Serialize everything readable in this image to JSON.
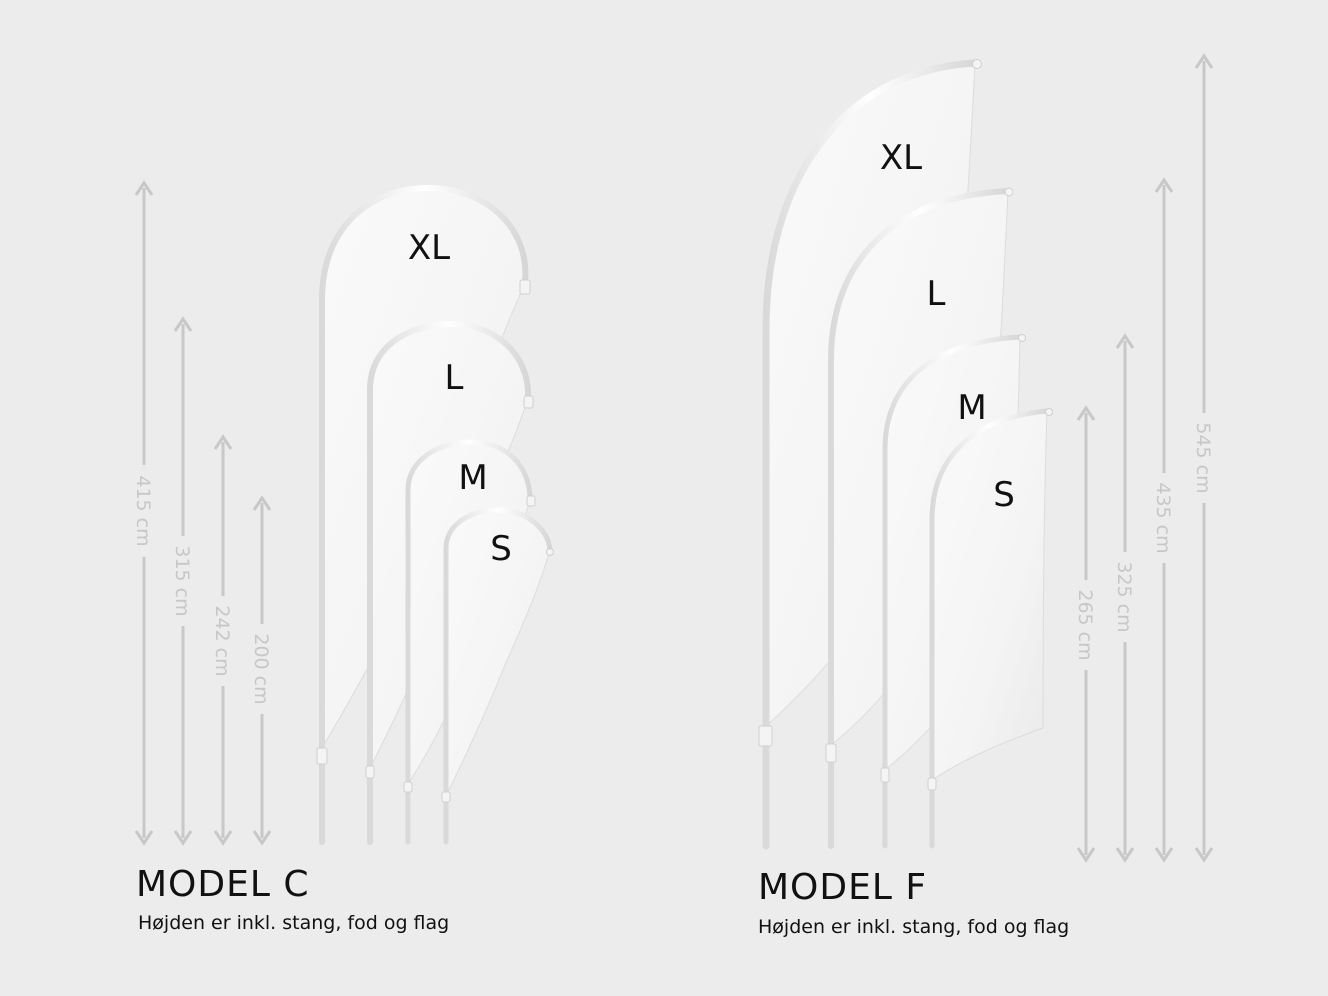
{
  "models": [
    {
      "title": "MODEL C",
      "subtitle": "Højden er inkl. stang, fod og flag",
      "flags": [
        {
          "size": "XL",
          "height": "415 cm"
        },
        {
          "size": "L",
          "height": "315 cm"
        },
        {
          "size": "M",
          "height": "242 cm"
        },
        {
          "size": "S",
          "height": "200 cm"
        }
      ]
    },
    {
      "title": "MODEL F",
      "subtitle": "Højden er inkl. stang, fod og flag",
      "flags": [
        {
          "size": "XL",
          "height": "545 cm"
        },
        {
          "size": "L",
          "height": "435 cm"
        },
        {
          "size": "M",
          "height": "325 cm"
        },
        {
          "size": "S",
          "height": "265 cm"
        }
      ]
    }
  ],
  "colors": {
    "background": "#ececec",
    "flag_fabric": "#f7f7f7",
    "pole": "#ffffff",
    "dimension_arrow": "#c8c8c8",
    "text": "#111111"
  }
}
